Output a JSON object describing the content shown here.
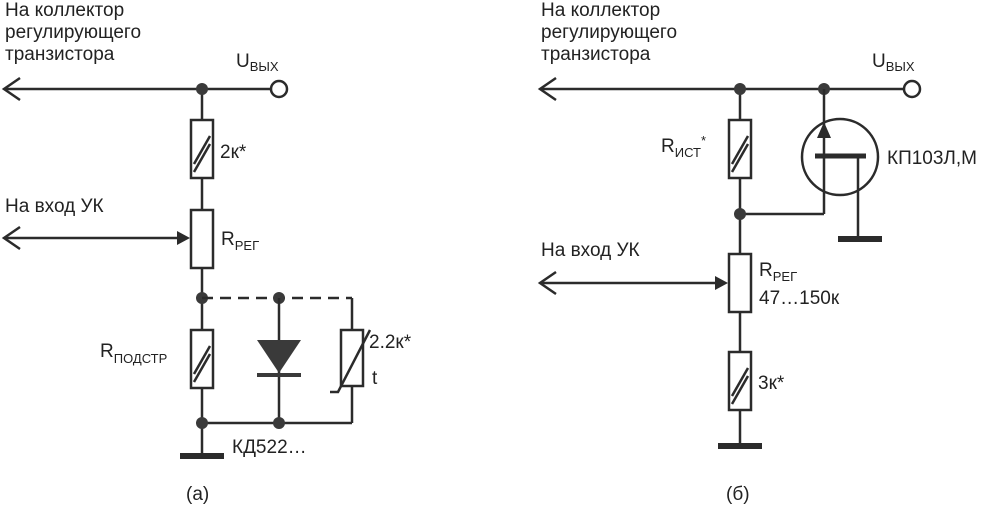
{
  "circuit_a": {
    "collector_line1": "На коллектор",
    "collector_line2": "регулирующего",
    "collector_line3": "транзистора",
    "uout_main": "U",
    "uout_sub": "ВЫХ",
    "r_top": "2к*",
    "input_label": "На вход УК",
    "r_reg_main": "R",
    "r_reg_sub": "РЕГ",
    "r_trim_main": "R",
    "r_trim_sub": "ПОДСТР",
    "thermistor_value": "2.2к*",
    "thermistor_t": "t",
    "diode_label": "КД522…",
    "caption": "(а)"
  },
  "circuit_b": {
    "collector_line1": "На коллектор",
    "collector_line2": "регулирующего",
    "collector_line3": "транзистора",
    "uout_main": "U",
    "uout_sub": "ВЫХ",
    "r_src_main": "R",
    "r_src_sub": "ИСТ",
    "r_src_star": "*",
    "fet_label": "КП103Л,М",
    "input_label": "На вход УК",
    "r_reg_main": "R",
    "r_reg_sub": "РЕГ",
    "r_reg_value": "47…150к",
    "r_bottom": "3к*",
    "caption": "(б)"
  }
}
